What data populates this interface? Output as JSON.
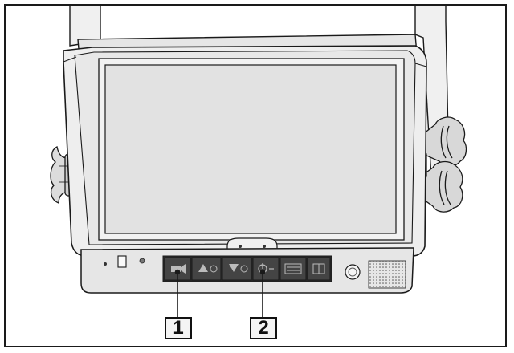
{
  "figure": {
    "callouts": [
      {
        "id": "1",
        "label": "1"
      },
      {
        "id": "2",
        "label": "2"
      }
    ],
    "buttons": [
      {
        "icon": "camera-icon"
      },
      {
        "icon": "up-arrow-brightness-icon"
      },
      {
        "icon": "down-arrow-brightness-icon"
      },
      {
        "icon": "power-icon"
      },
      {
        "icon": "menu-icon"
      },
      {
        "icon": "mirror-icon"
      }
    ],
    "colors": {
      "outline": "#1a1a1a",
      "housing": "#ececec",
      "screen": "#e2e2e2",
      "button": "#3a3a3a"
    }
  }
}
